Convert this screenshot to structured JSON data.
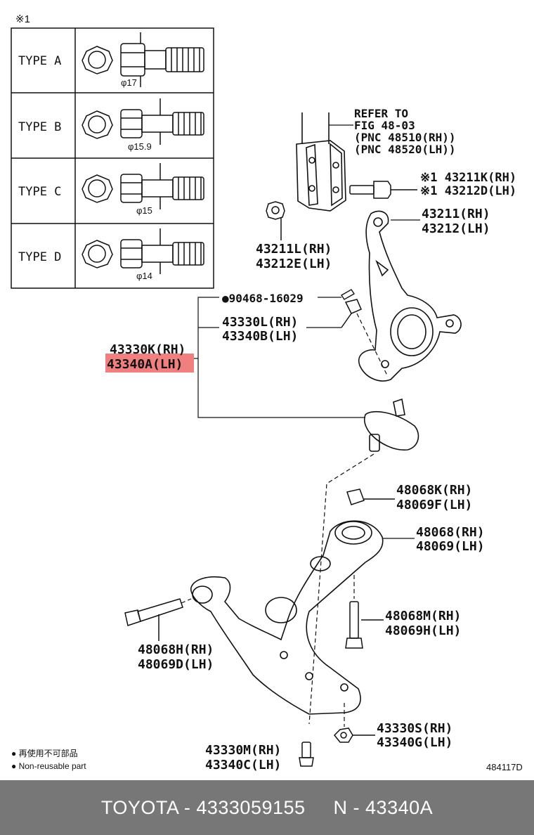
{
  "asterisk_label": "※1",
  "types": [
    {
      "label": "TYPE  A",
      "dim": "φ17"
    },
    {
      "label": "TYPE  B",
      "dim": "φ15.9"
    },
    {
      "label": "TYPE  C",
      "dim": "φ15"
    },
    {
      "label": "TYPE  D",
      "dim": "φ14"
    }
  ],
  "refer": {
    "line1": "REFER TO",
    "line2": "FIG 48-03",
    "line3": "(PNC 48510(RH))",
    "line4": "(PNC 48520(LH))"
  },
  "parts": {
    "bolt_rh": "※1 43211K(RH)",
    "bolt_lh": "※1 43212D(LH)",
    "knuckle_rh": "43211(RH)",
    "knuckle_lh": "43212(LH)",
    "nut_rh": "43211L(RH)",
    "nut_lh": "43212E(LH)",
    "pin": "●90468-16029",
    "balljoint_nut_rh": "43330L(RH)",
    "balljoint_nut_lh": "43340B(LH)",
    "balljoint_rh": "43330K(RH)",
    "balljoint_lh": "43340A(LH)",
    "arm_nut_rh": "48068K(RH)",
    "arm_nut_lh": "48069F(LH)",
    "arm_rh": "48068(RH)",
    "arm_lh": "48069(LH)",
    "rear_bolt_rh": "48068M(RH)",
    "rear_bolt_lh": "48069H(LH)",
    "front_bolt_rh": "48068H(RH)",
    "front_bolt_lh": "48069D(LH)",
    "lower_nut_rh": "43330S(RH)",
    "lower_nut_lh": "43340G(LH)",
    "lower_bolt_rh": "43330M(RH)",
    "lower_bolt_lh": "43340C(LH)"
  },
  "legend": {
    "line1": "● 再使用不可部品",
    "line2": "● Non-reusable part"
  },
  "diagram_code": "484117D",
  "highlight_color": "#f08080",
  "footer": {
    "brand_part": "TOYOTA - 4333059155",
    "pnc": "N - 43340A"
  }
}
